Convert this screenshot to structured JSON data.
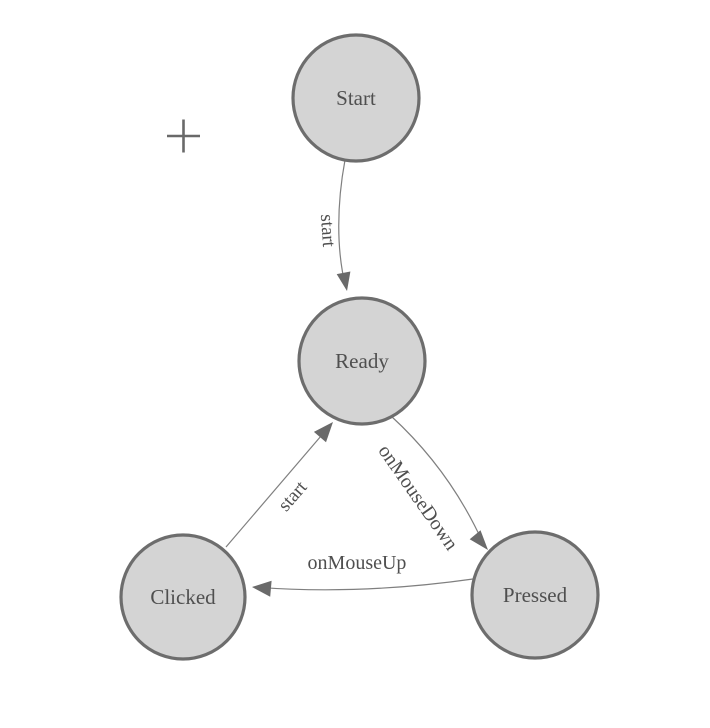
{
  "diagram": {
    "nodes": [
      {
        "id": "start",
        "label": "Start"
      },
      {
        "id": "ready",
        "label": "Ready"
      },
      {
        "id": "clicked",
        "label": "Clicked"
      },
      {
        "id": "pressed",
        "label": "Pressed"
      }
    ],
    "edges": [
      {
        "from": "Start",
        "to": "Ready",
        "label": "start"
      },
      {
        "from": "Ready",
        "to": "Pressed",
        "label": "onMouseDown"
      },
      {
        "from": "Pressed",
        "to": "Clicked",
        "label": "onMouseUp"
      },
      {
        "from": "Clicked",
        "to": "Ready",
        "label": "start"
      }
    ],
    "icons": {
      "plus_icon": "+"
    },
    "colors": {
      "background": "#ffffff",
      "node_fill": "#d4d4d4",
      "node_stroke": "#6d6d6d",
      "edge_line": "#7f7f7f",
      "arrowhead": "#6a6a6a",
      "label_text": "#4f4f4f",
      "plus": "#696969"
    }
  }
}
